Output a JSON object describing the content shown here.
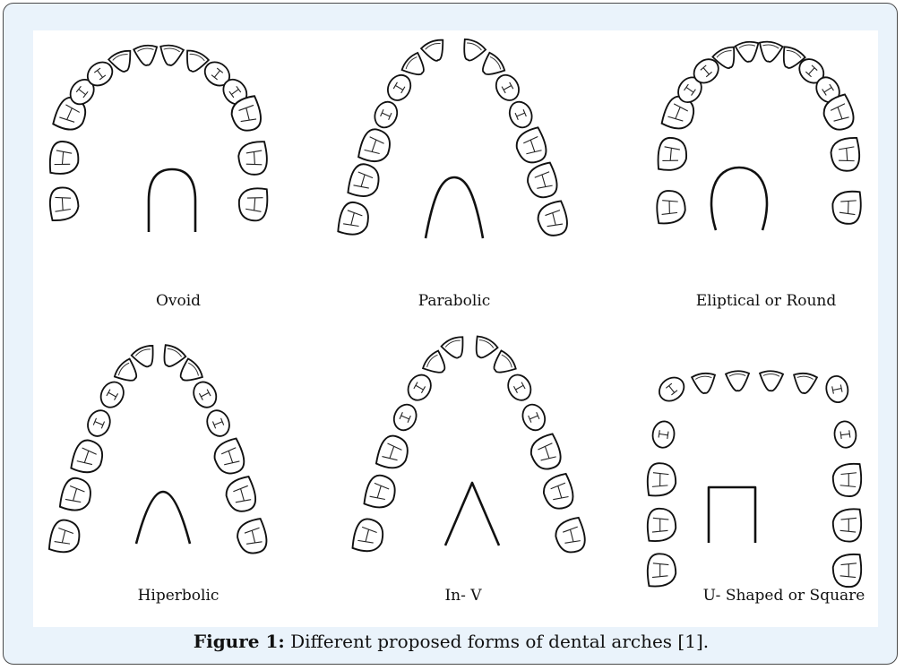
{
  "figure": {
    "panels": [
      {
        "id": "ovoid",
        "label": "Ovoid"
      },
      {
        "id": "parabolic",
        "label": "Parabolic"
      },
      {
        "id": "eliptical",
        "label": "Eliptical or Round"
      },
      {
        "id": "hiperbolic",
        "label": "Hiperbolic"
      },
      {
        "id": "in-v",
        "label": "In- V"
      },
      {
        "id": "u-shaped",
        "label": "U- Shaped or Square"
      }
    ],
    "caption_label": "Figure 1:",
    "caption_text": " Different proposed forms of dental arches [1]."
  }
}
